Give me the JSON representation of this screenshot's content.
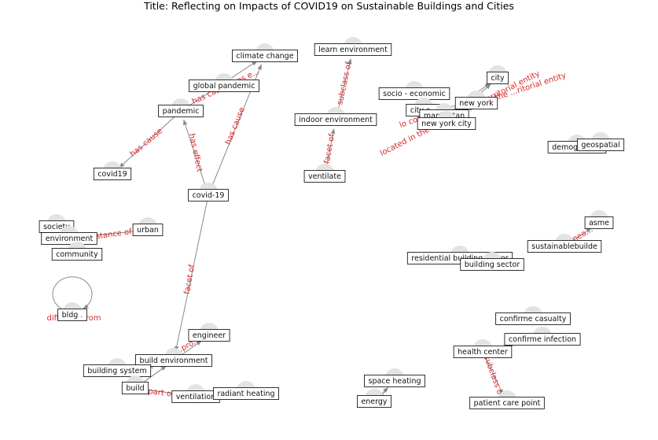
{
  "title": "Title: Reflecting on Impacts of COVID19 on Sustainable Buildings and Cities",
  "colors": {
    "edge": "#8a8a8a",
    "edge_label": "#d62728",
    "node_border": "#000000",
    "node_blob": "#e3e3e3"
  },
  "nodes": [
    {
      "id": "climate-change",
      "label": "climate change"
    },
    {
      "id": "global-pandemic",
      "label": "global pandemic"
    },
    {
      "id": "pandemic",
      "label": "pandemic"
    },
    {
      "id": "covid19",
      "label": "covid19"
    },
    {
      "id": "covid-19",
      "label": "covid-19"
    },
    {
      "id": "learn-environment",
      "label": "learn environment"
    },
    {
      "id": "indoor-environment",
      "label": "indoor environment"
    },
    {
      "id": "ventilate",
      "label": "ventilate"
    },
    {
      "id": "socio-economic",
      "label": "socio - economic"
    },
    {
      "id": "city-council",
      "label": "city c..."
    },
    {
      "id": "manhattan",
      "label": "manhattan"
    },
    {
      "id": "new-york-city",
      "label": "new york city"
    },
    {
      "id": "new-york",
      "label": "new york"
    },
    {
      "id": "city",
      "label": "city"
    },
    {
      "id": "demographics",
      "label": "demograph..."
    },
    {
      "id": "geospatial",
      "label": "geospatial"
    },
    {
      "id": "society",
      "label": "society"
    },
    {
      "id": "environment",
      "label": "environment"
    },
    {
      "id": "urban",
      "label": "urban"
    },
    {
      "id": "community",
      "label": "community"
    },
    {
      "id": "asme",
      "label": "asme"
    },
    {
      "id": "sustainablebuilde",
      "label": "sustainablebuilde"
    },
    {
      "id": "residential-building-sector",
      "label": "residential building sector"
    },
    {
      "id": "building-sector",
      "label": "building sector"
    },
    {
      "id": "bldg",
      "label": "bldg ."
    },
    {
      "id": "engineer",
      "label": "engineer"
    },
    {
      "id": "build-environment",
      "label": "build environment"
    },
    {
      "id": "building-system",
      "label": "building system"
    },
    {
      "id": "build",
      "label": "build"
    },
    {
      "id": "ventilation",
      "label": "ventilation"
    },
    {
      "id": "radiant-heating",
      "label": "radiant heating"
    },
    {
      "id": "space-heating",
      "label": "space heating"
    },
    {
      "id": "energy",
      "label": "energy"
    },
    {
      "id": "confirme-casualty",
      "label": "confirme casualty"
    },
    {
      "id": "confirme-infection",
      "label": "confirme infection"
    },
    {
      "id": "health-center",
      "label": "health center"
    },
    {
      "id": "patient-care-point",
      "label": "patient care point"
    }
  ],
  "edges": [
    {
      "id": "e1",
      "source": "covid-19",
      "target": "climate-change",
      "label": "has cause"
    },
    {
      "id": "e2",
      "source": "covid-19",
      "target": "pandemic",
      "label": "has effect"
    },
    {
      "id": "e3",
      "source": "pandemic",
      "target": "covid19",
      "label": "has cause"
    },
    {
      "id": "e4",
      "source": "pandemic",
      "target": "climate-change",
      "label": "has cause, has e..."
    },
    {
      "id": "e5",
      "source": "covid-19",
      "target": "build-environment",
      "label": "facet of"
    },
    {
      "id": "e6",
      "source": "indoor-environment",
      "target": "learn-environment",
      "label": "subclass of"
    },
    {
      "id": "e7",
      "source": "ventilate",
      "target": "indoor-environment",
      "label": "facet of"
    },
    {
      "id": "e8",
      "source": "new-york-city",
      "target": "city",
      "label": "located in the administrative territorial entity"
    },
    {
      "id": "e9",
      "source": "manhattan",
      "target": "city",
      "label": "located in the ...ritorial entity"
    },
    {
      "id": "e10",
      "source": "city-council",
      "target": "new-york",
      "label": "lo contains ..."
    },
    {
      "id": "e11",
      "source": "environment",
      "target": "urban",
      "label": "...stance of"
    },
    {
      "id": "e12",
      "source": "sustainablebuilde",
      "target": "asme",
      "label": "...nea..."
    },
    {
      "id": "e13",
      "source": "bldg",
      "target": "bldg",
      "label": "different from"
    },
    {
      "id": "e14",
      "source": "build",
      "target": "engineer",
      "label": "...part of ...pro..."
    },
    {
      "id": "e15",
      "source": "build",
      "target": "ventilation",
      "label": "part of"
    },
    {
      "id": "e16",
      "source": "build",
      "target": "build-environment",
      "label": ""
    },
    {
      "id": "e17",
      "source": "energy",
      "target": "space-heating",
      "label": "..."
    },
    {
      "id": "e18",
      "source": "health-center",
      "target": "patient-care-point",
      "label": "subclass of"
    },
    {
      "id": "e19",
      "source": "confirme-infection",
      "target": "health-center",
      "label": "..."
    }
  ]
}
